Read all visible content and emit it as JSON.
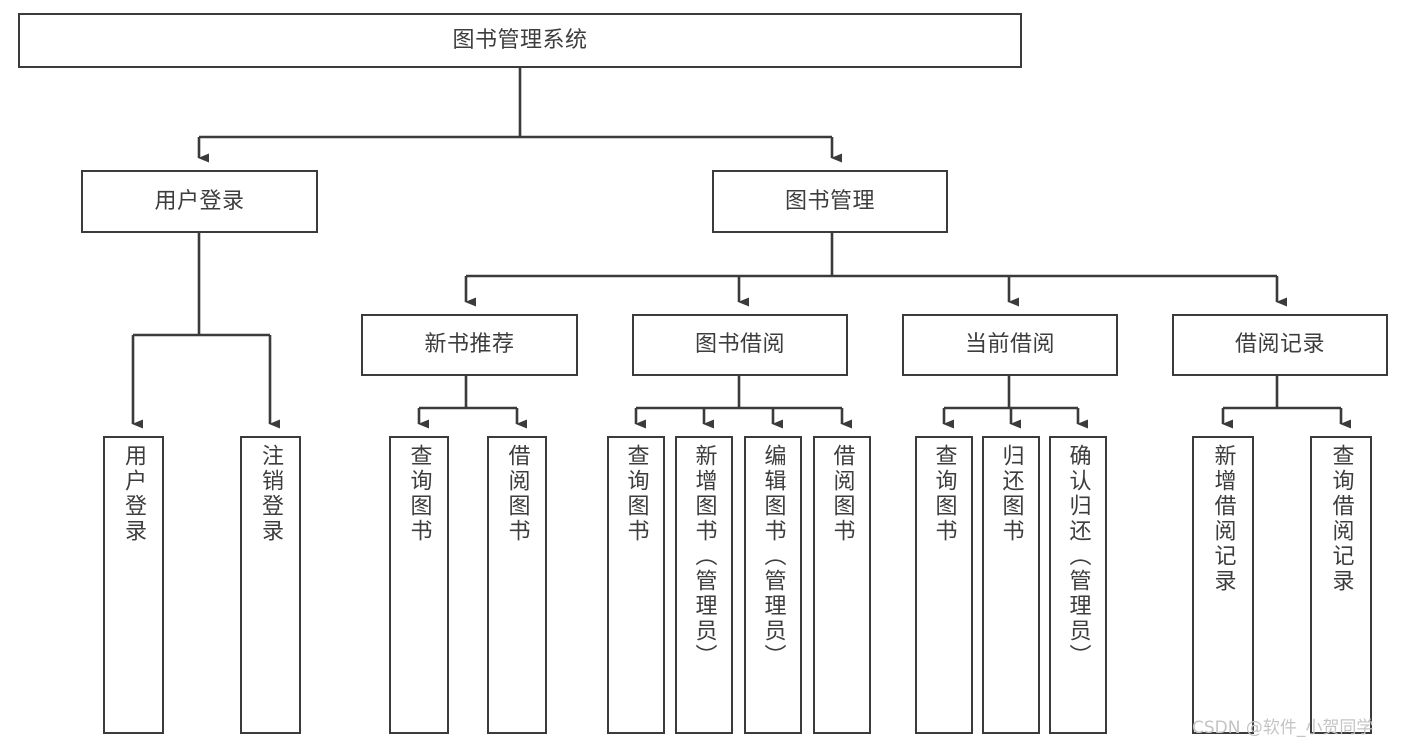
{
  "diagram": {
    "title": "图书管理系统",
    "type": "tree-hierarchy-diagram",
    "colors": {
      "box_border": "#3b3b3b",
      "box_fill": "#ffffff",
      "text": "#3d3d3d",
      "edge": "#3b3b3b",
      "watermark": "#c4c4c4",
      "background": "#ffffff"
    },
    "root": {
      "label": "图书管理系统"
    },
    "level2": [
      {
        "label": "用户登录"
      },
      {
        "label": "图书管理"
      }
    ],
    "level3": [
      {
        "label": "新书推荐"
      },
      {
        "label": "图书借阅"
      },
      {
        "label": "当前借阅"
      },
      {
        "label": "借阅记录"
      }
    ],
    "leaves": {
      "user_login": [
        {
          "label": "用户登录"
        },
        {
          "label": "注销登录"
        }
      ],
      "new_book_recommend": [
        {
          "label": "查询图书"
        },
        {
          "label": "借阅图书"
        }
      ],
      "book_borrow": [
        {
          "label": "查询图书"
        },
        {
          "label": "新增图书（管理员）"
        },
        {
          "label": "编辑图书（管理员）"
        },
        {
          "label": "借阅图书"
        }
      ],
      "current_borrow": [
        {
          "label": "查询图书"
        },
        {
          "label": "归还图书"
        },
        {
          "label": "确认归还（管理员）"
        }
      ],
      "borrow_record": [
        {
          "label": "新增借阅记录"
        },
        {
          "label": "查询借阅记录"
        }
      ]
    },
    "watermark": "CSDN @软件_小贺同学"
  }
}
